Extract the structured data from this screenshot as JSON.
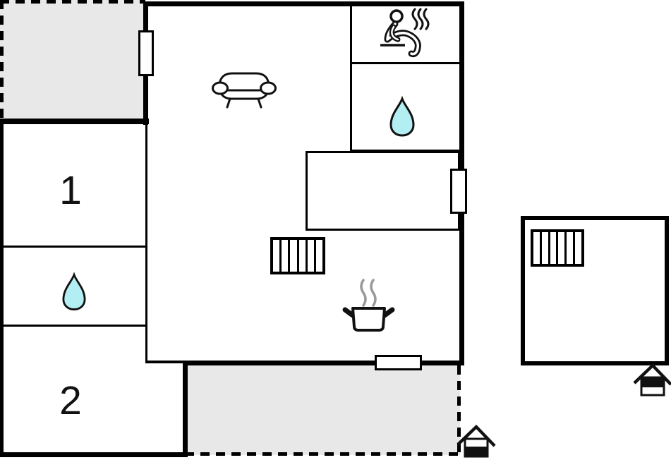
{
  "plan": {
    "type": "floor-plan",
    "room_labels": {
      "bedroom1": "1",
      "bedroom2": "2"
    },
    "icons": {
      "living_room": "sofa-icon",
      "sauna": "sauna-person-steam-icon",
      "shower": "water-drop-icon",
      "bathroom": "water-drop-icon",
      "kitchen": "cooking-pot-steam-icon",
      "wardrobe_main": "wardrobe-slats-icon",
      "wardrobe_annex": "wardrobe-slats-icon",
      "entrance_main": "house-entrance-icon",
      "entrance_annex": "house-entrance-icon",
      "window": "window-marker",
      "door": "door-marker"
    },
    "colors": {
      "wall": "#000000",
      "terrace_fill": "#e8e8e8",
      "water_drop_fill": "#b3eef2",
      "steam_gray": "#999999"
    }
  }
}
